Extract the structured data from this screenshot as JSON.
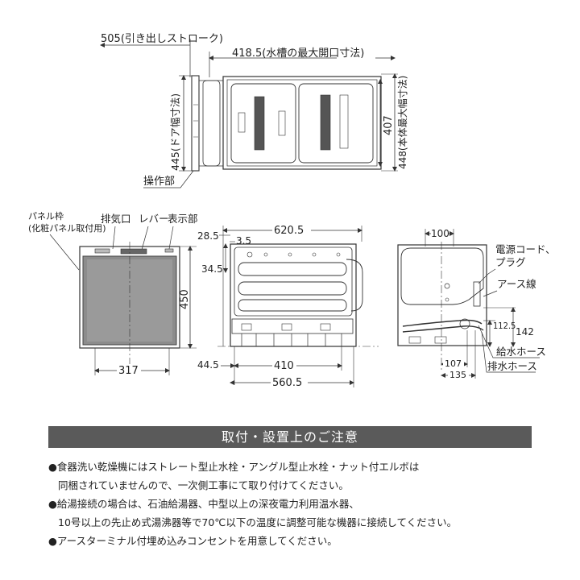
{
  "top_view": {
    "stroke_label": "505(引き出しストローク)",
    "opening_label": "418.5(水槽の最大開口寸法)",
    "door_width_label": "445(ドア幅寸法)",
    "tank_depth_label": "407",
    "body_width_label": "448(本体最大幅寸法)",
    "control_label": "操作部"
  },
  "front_view": {
    "panel_frame_label_1": "パネル枠",
    "panel_frame_label_2": "(化粧パネル取付用)",
    "vent_label": "排気口",
    "lever_label": "レバー",
    "display_label": "表示部",
    "height_label": "450",
    "width_label": "317"
  },
  "side_view": {
    "width_label": "620.5",
    "dim_28_5": "28.5",
    "dim_3_5": "3.5",
    "dim_34_5": "34.5",
    "dim_44_5": "44.5",
    "dim_410": "410",
    "dim_560_5": "560.5"
  },
  "rear_view": {
    "dim_100": "100",
    "power_cord_label_1": "電源コード、",
    "power_cord_label_2": "プラグ",
    "earth_wire_label": "アース線",
    "dim_112_5": "112.5",
    "dim_142": "142",
    "dim_107": "107",
    "dim_135": "135",
    "supply_hose_label": "給水ホース",
    "drain_hose_label": "排水ホース"
  },
  "notes": {
    "header": "取付・設置上のご注意",
    "line1": "●食器洗い乾燥機にはストレート型止水栓・アングル型止水栓・ナット付エルボは",
    "line2": "同梱されていませんので、一次側工事にて取り付けてください。",
    "line3": "●給湯接続の場合は、石油給湯器、中型以上の深夜電力利用温水器、",
    "line4": "10号以上の先止め式湯沸器等で70℃以下の温度に調整可能な機器に接続してください。",
    "line5": "●アースターミナル付埋め込みコンセントを用意してください。"
  }
}
